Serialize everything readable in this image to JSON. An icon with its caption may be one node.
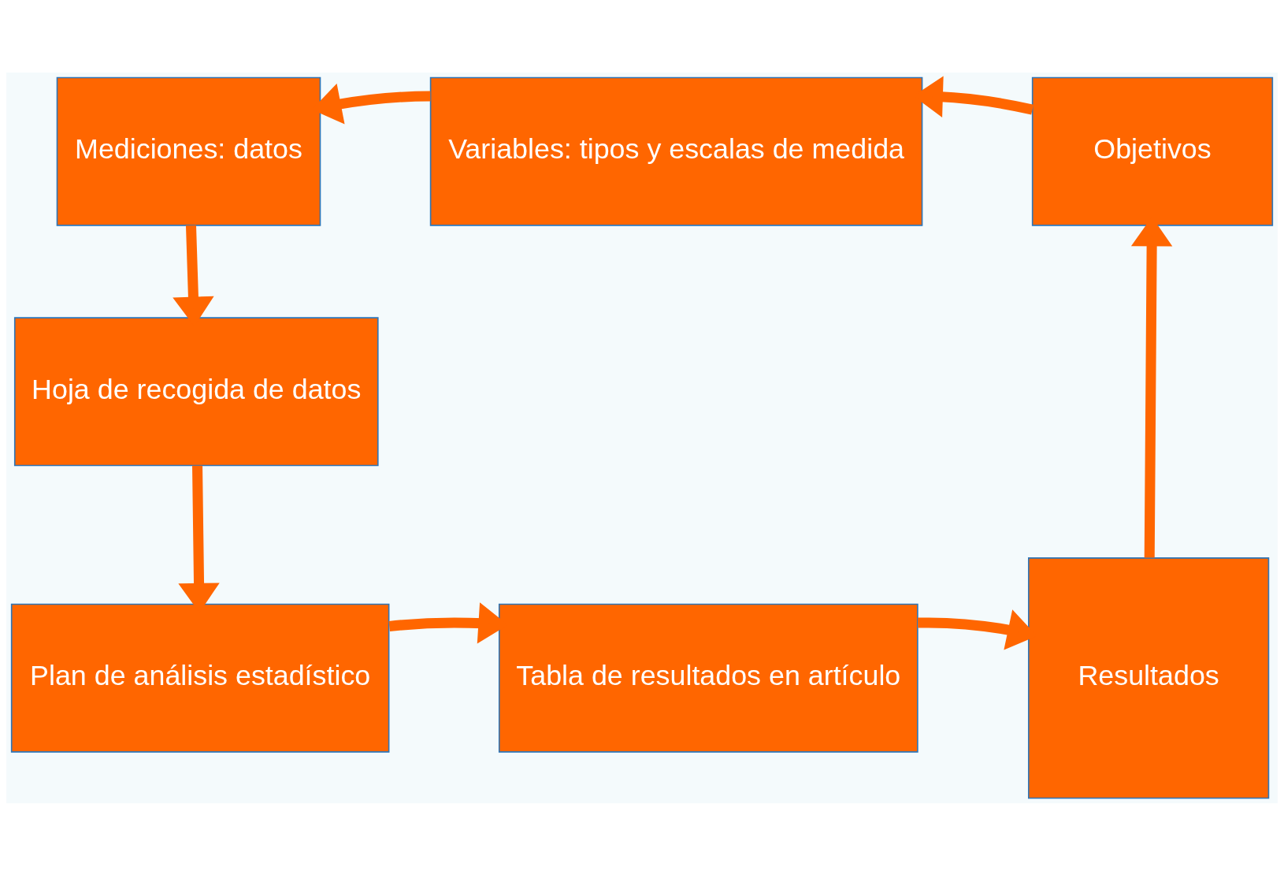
{
  "diagram": {
    "nodes": [
      {
        "text": [
          "Objetivos"
        ]
      },
      {
        "text": [
          "Variables: tipos y escalas de medida"
        ]
      },
      {
        "text": [
          "Mediciones: datos"
        ]
      },
      {
        "text": [
          "Hoja de recogida de datos"
        ]
      },
      {
        "text": [
          "Plan de análisis estadístico"
        ]
      },
      {
        "text": [
          "Tabla de resultados en artículo"
        ]
      },
      {
        "text": [
          "Resultados"
        ]
      }
    ],
    "edges": [
      {
        "from": 0,
        "to": 1,
        "arrow": "to"
      },
      {
        "from": 1,
        "to": 2,
        "arrow": "to"
      },
      {
        "from": 2,
        "to": 3,
        "arrow": "to"
      },
      {
        "from": 3,
        "to": 4,
        "arrow": "to"
      },
      {
        "from": 4,
        "to": 5,
        "arrow": "to"
      },
      {
        "from": 5,
        "to": 6,
        "arrow": "to"
      },
      {
        "from": 6,
        "to": 0,
        "arrow": "to"
      }
    ]
  }
}
